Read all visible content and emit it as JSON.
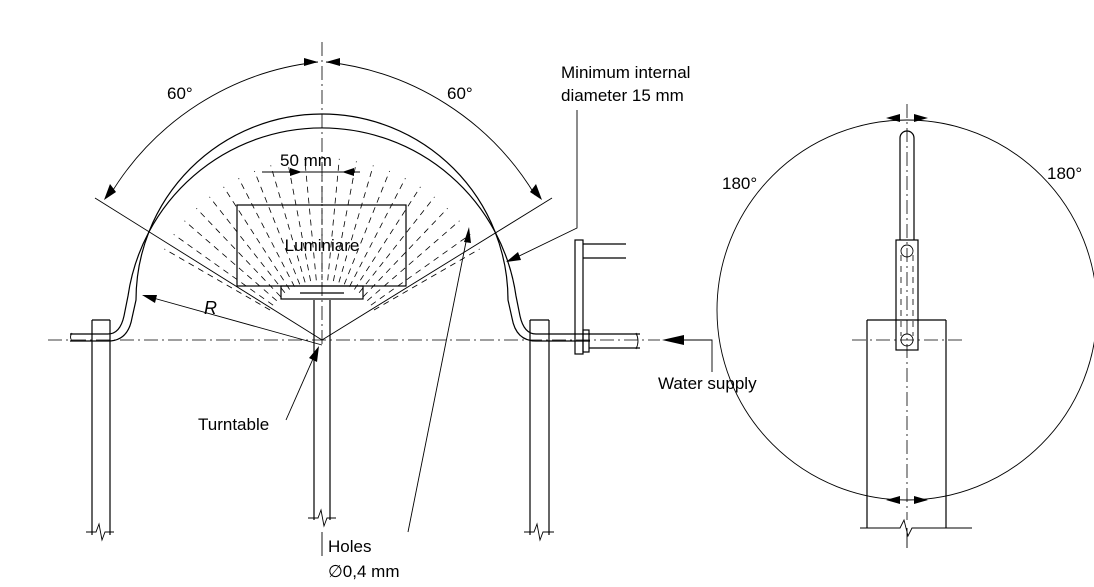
{
  "labels": {
    "angle_left": "60°",
    "angle_right": "60°",
    "min_diameter_line1": "Minimum internal",
    "min_diameter_line2": "diameter 15 mm",
    "spacing": "50 mm",
    "luminiare": "Luminiare",
    "radius": "R",
    "turntable": "Turntable",
    "holes_line1": "Holes",
    "holes_line2": "∅0,4 mm",
    "water_supply": "Water supply",
    "side_angle_left": "180°",
    "side_angle_right": "180°"
  }
}
